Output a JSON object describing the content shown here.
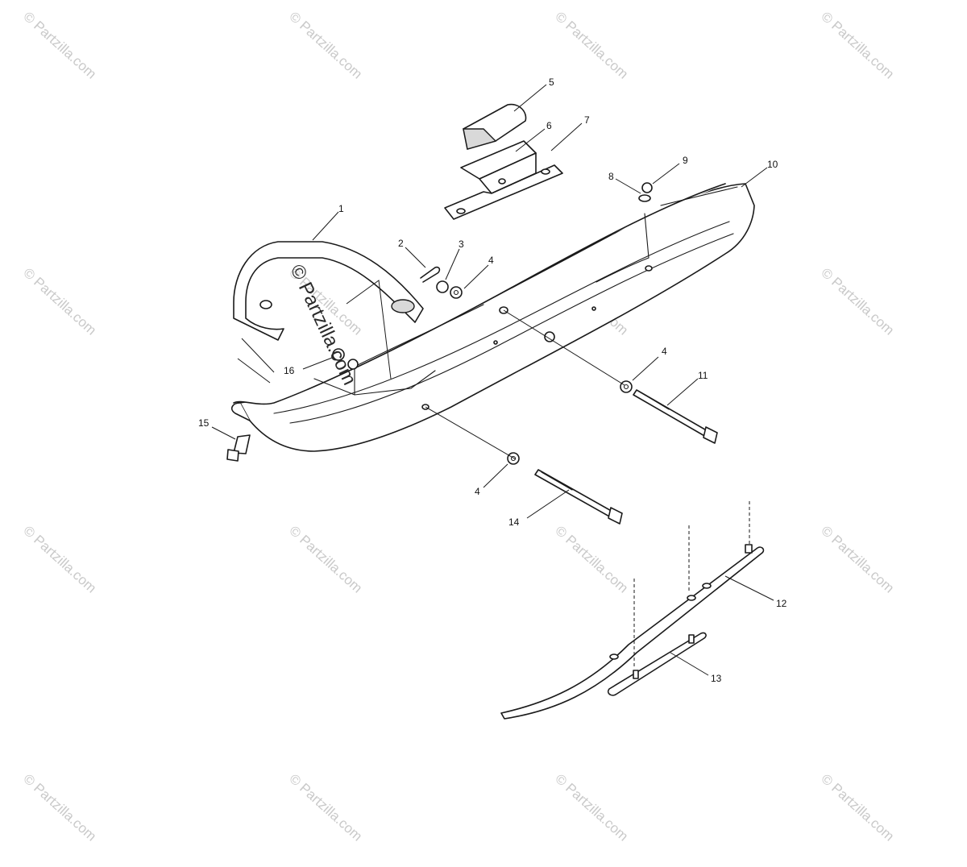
{
  "watermark": {
    "text": "© Partzilla.com",
    "color": "#c9c9c9"
  },
  "center_watermark": {
    "text": "© Partzilla.com"
  },
  "callouts": [
    {
      "id": "1",
      "label": "1"
    },
    {
      "id": "2",
      "label": "2"
    },
    {
      "id": "3",
      "label": "3"
    },
    {
      "id": "4a",
      "label": "4"
    },
    {
      "id": "4b",
      "label": "4"
    },
    {
      "id": "4c",
      "label": "4"
    },
    {
      "id": "5",
      "label": "5"
    },
    {
      "id": "6",
      "label": "6"
    },
    {
      "id": "7",
      "label": "7"
    },
    {
      "id": "8",
      "label": "8"
    },
    {
      "id": "9",
      "label": "9"
    },
    {
      "id": "10",
      "label": "10"
    },
    {
      "id": "11",
      "label": "11"
    },
    {
      "id": "12",
      "label": "12"
    },
    {
      "id": "13",
      "label": "13"
    },
    {
      "id": "14",
      "label": "14"
    },
    {
      "id": "15",
      "label": "15"
    },
    {
      "id": "16",
      "label": "16"
    }
  ]
}
